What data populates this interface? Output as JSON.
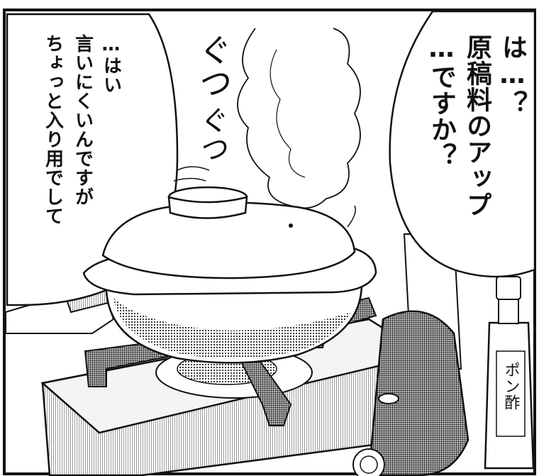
{
  "left_bubble": {
    "line1": "…はい",
    "line2": "言いにくいんですが",
    "line3": "ちょっと入り用でして"
  },
  "right_bubble": {
    "line1": "は…？",
    "line2": "原稿料のアップ",
    "line3": "…ですか？"
  },
  "sfx": {
    "line1": "ぐつ",
    "line2": "ぐつ"
  },
  "bottle_label": "ポン酢",
  "colors": {
    "ink": "#111111",
    "paper": "#ffffff",
    "screentone": "#b9b9b9"
  }
}
